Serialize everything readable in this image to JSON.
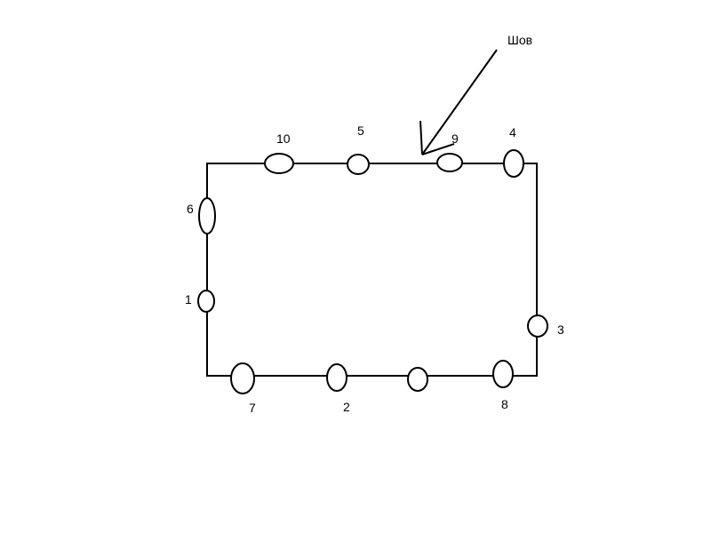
{
  "diagram": {
    "seam_label": "Шов",
    "markers": [
      {
        "id": "m10",
        "label": "10"
      },
      {
        "id": "m5",
        "label": "5"
      },
      {
        "id": "m9",
        "label": "9"
      },
      {
        "id": "m4",
        "label": "4"
      },
      {
        "id": "m6",
        "label": "6"
      },
      {
        "id": "m1",
        "label": "1"
      },
      {
        "id": "m3",
        "label": "3"
      },
      {
        "id": "m7",
        "label": "7"
      },
      {
        "id": "m2",
        "label": "2"
      },
      {
        "id": "m-unlabeled",
        "label": ""
      },
      {
        "id": "m8",
        "label": "8"
      }
    ],
    "colors": {
      "line": "#000000",
      "background": "#ffffff"
    }
  }
}
